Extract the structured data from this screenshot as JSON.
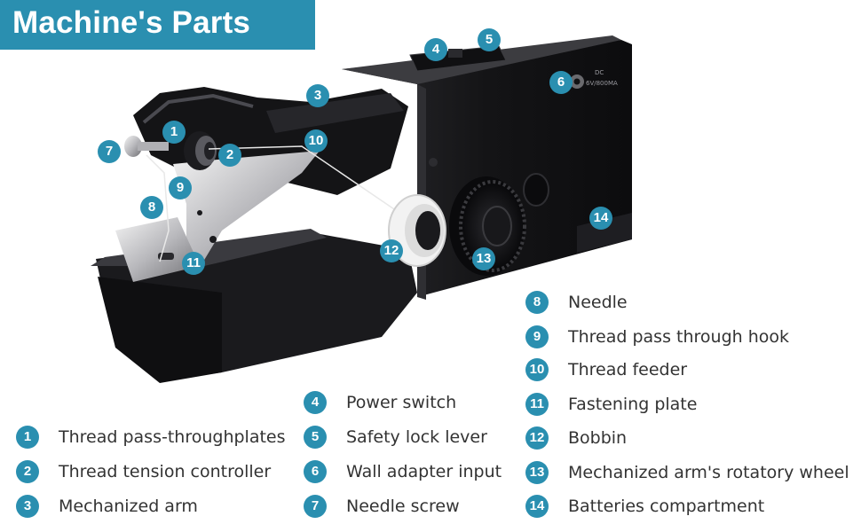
{
  "title": "Machine's Parts",
  "colors": {
    "accent": "#2a8fb0",
    "machine_body": "#141416",
    "label_text": "#333333"
  },
  "device_print": {
    "line1": "DC",
    "line2": "6V/800MA"
  },
  "parts": [
    {
      "num": "1",
      "label": "Thread pass-throughplates"
    },
    {
      "num": "2",
      "label": "Thread tension controller"
    },
    {
      "num": "3",
      "label": "Mechanized arm"
    },
    {
      "num": "4",
      "label": "Power switch"
    },
    {
      "num": "5",
      "label": "Safety lock lever"
    },
    {
      "num": "6",
      "label": "Wall adapter input"
    },
    {
      "num": "7",
      "label": "Needle screw"
    },
    {
      "num": "8",
      "label": "Needle"
    },
    {
      "num": "9",
      "label": "Thread pass through hook"
    },
    {
      "num": "10",
      "label": "Thread feeder"
    },
    {
      "num": "11",
      "label": "Fastening plate"
    },
    {
      "num": "12",
      "label": "Bobbin"
    },
    {
      "num": "13",
      "label": "Mechanized arm's rotatory wheel"
    },
    {
      "num": "14",
      "label": "Batteries compartment"
    }
  ]
}
